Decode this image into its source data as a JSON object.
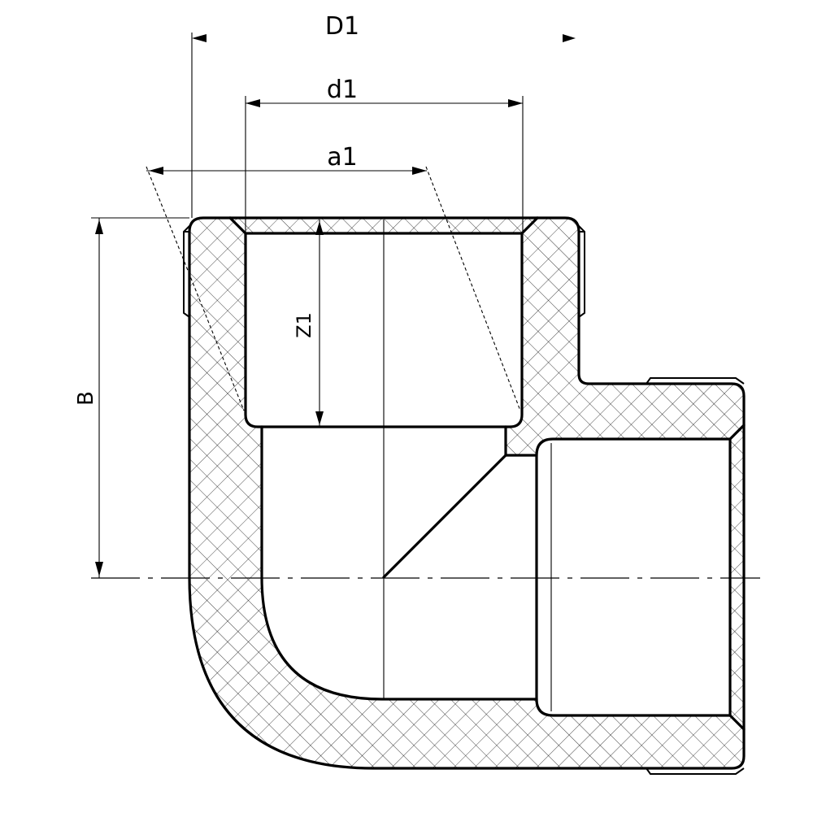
{
  "labels": {
    "D1": "D1",
    "d1": "d1",
    "a1": "a1",
    "Z1": "Z1",
    "B": "B"
  },
  "colors": {
    "line": "#000000",
    "background": "#ffffff"
  }
}
